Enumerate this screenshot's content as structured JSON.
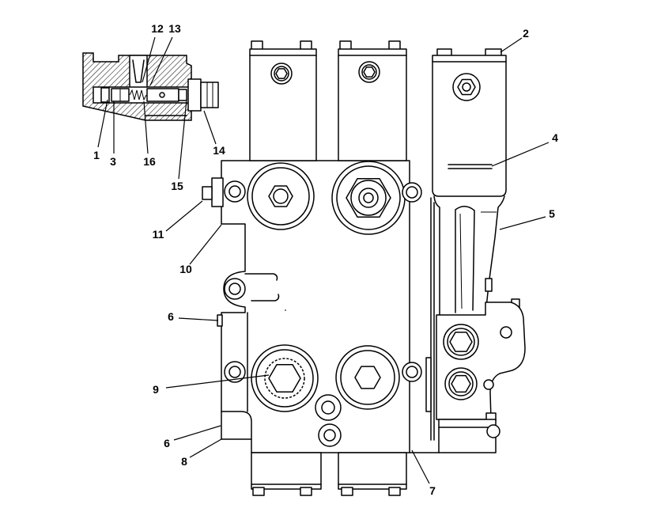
{
  "diagram": {
    "callouts": [
      {
        "label": "12"
      },
      {
        "label": "13"
      },
      {
        "label": "2"
      },
      {
        "label": "4"
      },
      {
        "label": "5"
      },
      {
        "label": "14"
      },
      {
        "label": "1"
      },
      {
        "label": "3"
      },
      {
        "label": "16"
      },
      {
        "label": "15"
      },
      {
        "label": "11"
      },
      {
        "label": "10"
      },
      {
        "label": "6"
      },
      {
        "label": "9"
      },
      {
        "label": "6"
      },
      {
        "label": "8"
      },
      {
        "label": "7"
      }
    ]
  },
  "colors": {
    "line": "#000000",
    "background": "#ffffff"
  }
}
